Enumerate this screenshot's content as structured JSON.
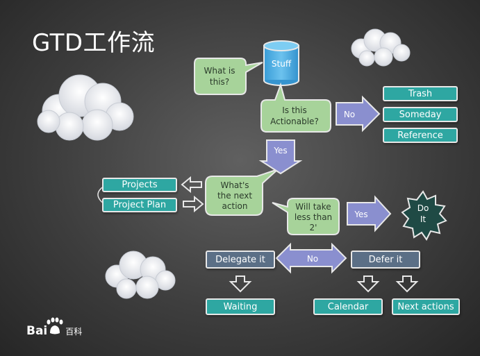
{
  "title": "GTD工作流",
  "nodes": {
    "stuff": "Stuff",
    "what_is_this": [
      "What is",
      "this?"
    ],
    "is_actionable": [
      "Is this",
      "Actionable?"
    ],
    "no_top": "No",
    "trash": "Trash",
    "someday": "Someday",
    "reference": "Reference",
    "yes_mid": "Yes",
    "next_action": [
      "What's",
      "the next",
      "action"
    ],
    "projects": "Projects",
    "project_plan": "Project Plan",
    "take_less": [
      "Will take",
      "less than",
      "2'"
    ],
    "yes_right": "Yes",
    "do_it": [
      "Do",
      "It"
    ],
    "no_bottom": "No",
    "delegate": "Delegate it",
    "defer": "Defer it",
    "waiting": "Waiting",
    "calendar": "Calendar",
    "next_actions": "Next actions"
  },
  "watermark": {
    "brand": "Bai",
    "brand_suffix": "百科"
  },
  "colors": {
    "teal": "#2ea7a2",
    "slate": "#5b6f86",
    "green_bubble": "#a7d39a",
    "arrow_purple": "#8a8fcf",
    "star": "#1f4a45"
  }
}
